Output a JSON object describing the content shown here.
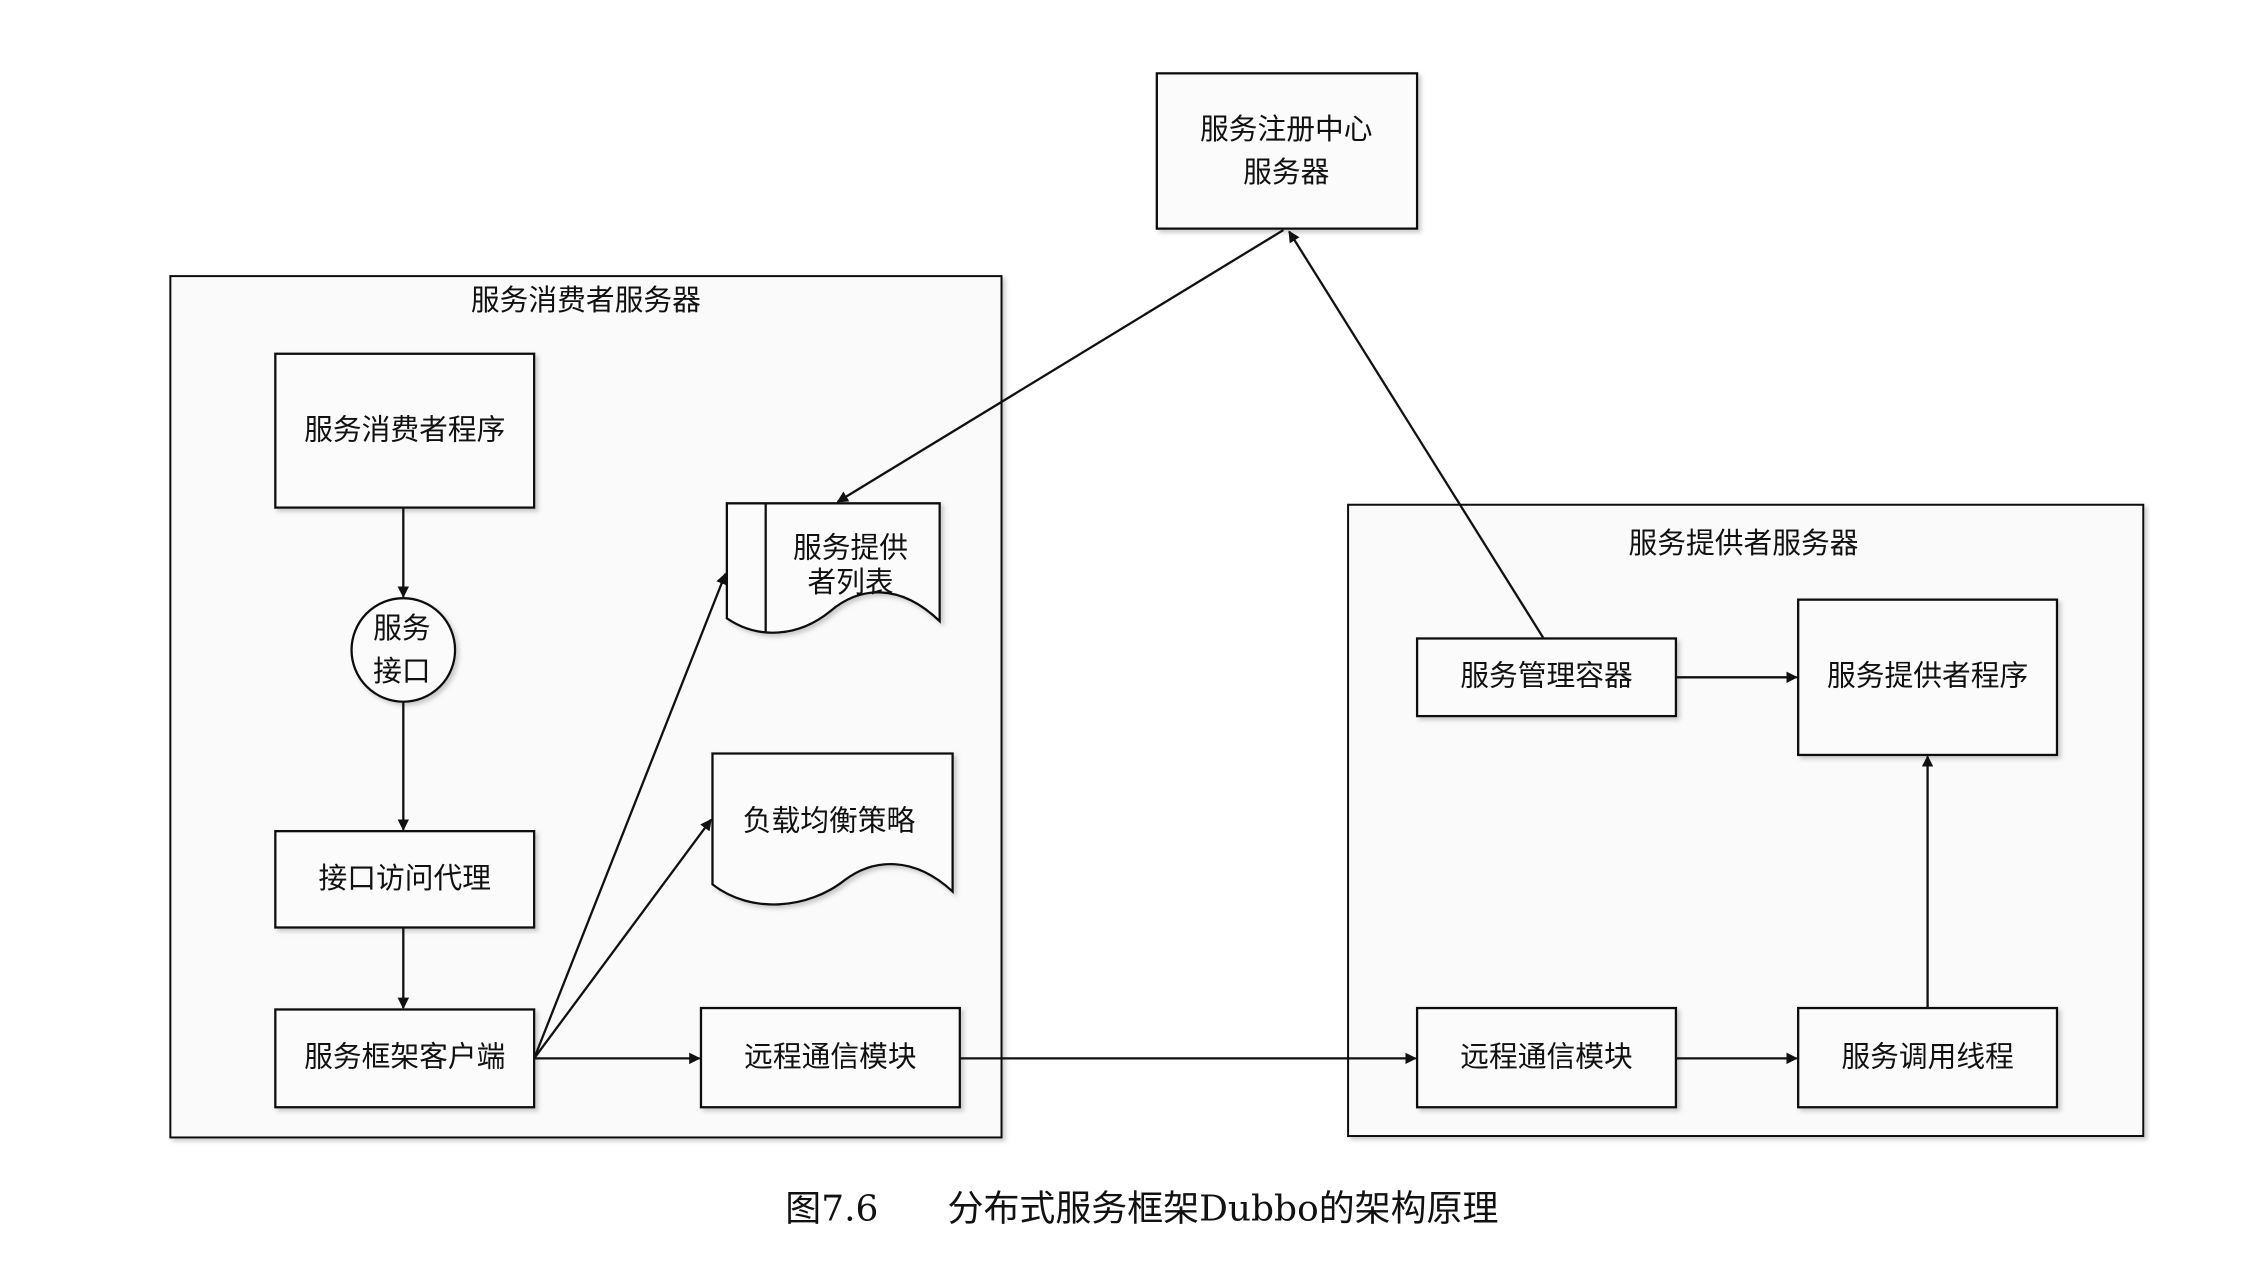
{
  "registry": {
    "line1": "服务注册中心",
    "line2": "服务器"
  },
  "consumer_server": {
    "title": "服务消费者服务器",
    "consumer_program": "服务消费者程序",
    "service_interface": {
      "line1": "服务",
      "line2": "接口"
    },
    "interface_proxy": "接口访问代理",
    "framework_client": "服务框架客户端",
    "provider_list": {
      "line1": "服务提供",
      "line2": "者列表"
    },
    "load_balance": "负载均衡策略",
    "remote_comm": "远程通信模块"
  },
  "provider_server": {
    "title": "服务提供者服务器",
    "management_container": "服务管理容器",
    "provider_program": "服务提供者程序",
    "remote_comm": "远程通信模块",
    "invoke_thread": "服务调用线程"
  },
  "caption": {
    "figure_no": "图7.6",
    "text": "分布式服务框架Dubbo的架构原理"
  }
}
